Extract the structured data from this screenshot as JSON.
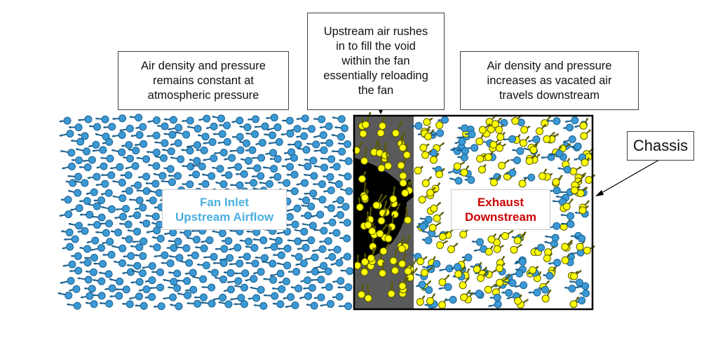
{
  "callouts": {
    "left": {
      "lines": [
        "Air density and pressure",
        "remains constant at",
        "atmospheric pressure"
      ]
    },
    "middle": {
      "lines": [
        "Upstream air rushes",
        "in to fill the void",
        "within the fan",
        "essentially reloading",
        "the fan"
      ]
    },
    "right": {
      "lines": [
        "Air density and pressure",
        "increases as vacated air",
        "travels downstream"
      ]
    }
  },
  "labels": {
    "inlet": {
      "line1": "Fan Inlet",
      "line2": "Upstream Airflow"
    },
    "exhaust": {
      "line1": "Exhaust",
      "line2": "Downstream"
    },
    "chassis": "Chassis"
  },
  "colors": {
    "blue_particle": "#3b9ad6",
    "blue_particle_stroke": "#1c5f8c",
    "yellow_particle": "#ffff00",
    "yellow_particle_stroke": "#5a5a00",
    "fan_housing": "#5a5a5a",
    "fan_blades": "#000000",
    "inlet_text": "#4aaee0",
    "exhaust_text": "#cc0000",
    "chassis_border": "#000000"
  }
}
